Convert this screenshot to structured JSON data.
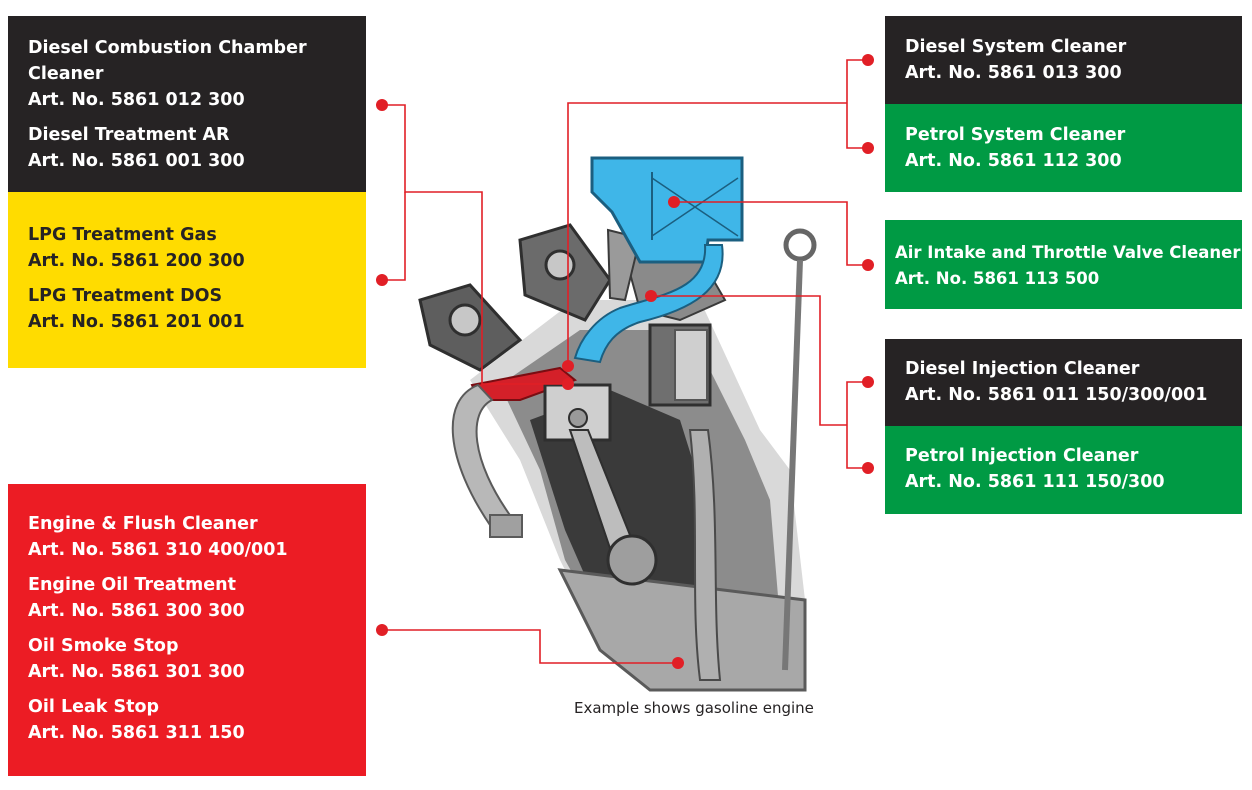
{
  "left_panels": {
    "combustion": [
      {
        "name": "Diesel Combustion Chamber",
        "name2": "Cleaner",
        "art": "Art. No. 5861 012 300"
      },
      {
        "name": "Diesel Treatment AR",
        "art": "Art. No. 5861 001 300"
      }
    ],
    "lpg": [
      {
        "name": "LPG Treatment Gas",
        "art": "Art. No. 5861 200 300"
      },
      {
        "name": "LPG Treatment DOS",
        "art": "Art. No. 5861 201 001"
      }
    ],
    "engine": [
      {
        "name": "Engine  & Flush Cleaner",
        "art": "Art. No. 5861 310 400/001"
      },
      {
        "name": "Engine Oil Treatment",
        "art": "Art. No. 5861 300 300"
      },
      {
        "name": "Oil Smoke Stop",
        "art": "Art. No. 5861 301 300"
      },
      {
        "name": "Oil Leak Stop",
        "art": "Art. No. 5861 311 150"
      }
    ]
  },
  "right_panels": {
    "diesel_system": {
      "name": "Diesel System Cleaner",
      "art": "Art. No. 5861 013 300"
    },
    "petrol_system": {
      "name": "Petrol System Cleaner",
      "art": "Art. No. 5861 112 300"
    },
    "air_intake": {
      "name": "Air Intake and Throttle Valve Cleaner",
      "art": "Art. No. 5861 113 500"
    },
    "diesel_injection": {
      "name": "Diesel Injection Cleaner",
      "art": "Art. No. 5861 011 150/300/001"
    },
    "petrol_injection": {
      "name": "Petrol Injection Cleaner",
      "art": "Art. No. 5861 111 150/300"
    }
  },
  "caption": "Example shows gasoline engine",
  "colors": {
    "dark": "#262324",
    "yellow": "#ffdc00",
    "green": "#009a44",
    "red": "#ec1c24",
    "leader": "#e11f26",
    "fuel_blue": "#3fb6e8"
  }
}
